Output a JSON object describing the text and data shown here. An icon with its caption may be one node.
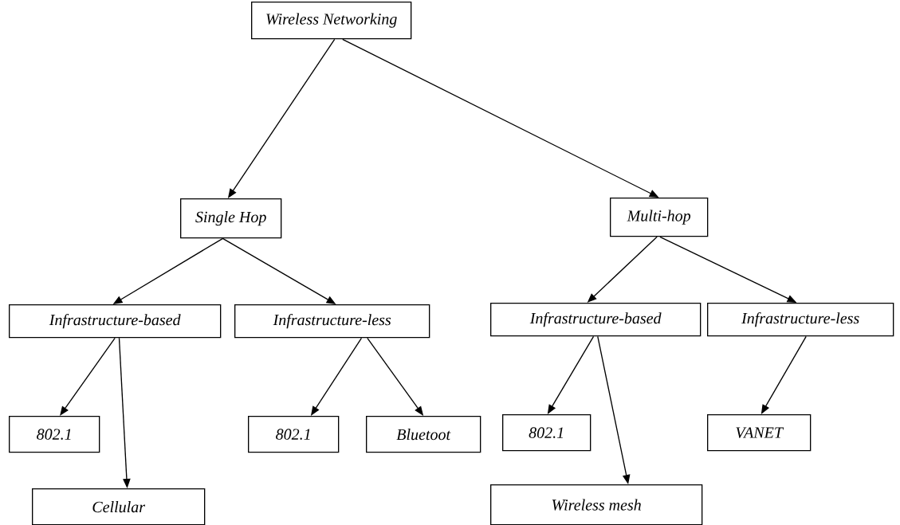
{
  "diagram": {
    "nodes": [
      {
        "text": [
          "Wireless Networking"
        ]
      },
      {
        "text": [
          "Single Hop"
        ]
      },
      {
        "text": [
          "Multi-hop"
        ]
      },
      {
        "text": [
          "Infrastructure-based"
        ]
      },
      {
        "text": [
          "Infrastructure-less"
        ]
      },
      {
        "text": [
          "Infrastructure-based"
        ]
      },
      {
        "text": [
          "Infrastructure-less"
        ]
      },
      {
        "text": [
          "802.1"
        ]
      },
      {
        "text": [
          "802.1"
        ]
      },
      {
        "text": [
          "Bluetoot"
        ]
      },
      {
        "text": [
          "802.1"
        ]
      },
      {
        "text": [
          "VANET"
        ]
      },
      {
        "text": [
          "Cellular"
        ]
      },
      {
        "text": [
          "Wireless mesh"
        ]
      }
    ],
    "edges": [
      {
        "from": 0,
        "to": 1,
        "arrow": "to"
      },
      {
        "from": 0,
        "to": 2,
        "arrow": "to"
      },
      {
        "from": 1,
        "to": 3,
        "arrow": "to"
      },
      {
        "from": 1,
        "to": 4,
        "arrow": "to"
      },
      {
        "from": 2,
        "to": 5,
        "arrow": "to"
      },
      {
        "from": 2,
        "to": 6,
        "arrow": "to"
      },
      {
        "from": 3,
        "to": 7,
        "arrow": "to"
      },
      {
        "from": 3,
        "to": 12,
        "arrow": "to"
      },
      {
        "from": 4,
        "to": 8,
        "arrow": "to"
      },
      {
        "from": 4,
        "to": 9,
        "arrow": "to"
      },
      {
        "from": 5,
        "to": 10,
        "arrow": "to"
      },
      {
        "from": 5,
        "to": 13,
        "arrow": "to"
      },
      {
        "from": 6,
        "to": 11,
        "arrow": "to"
      }
    ]
  }
}
